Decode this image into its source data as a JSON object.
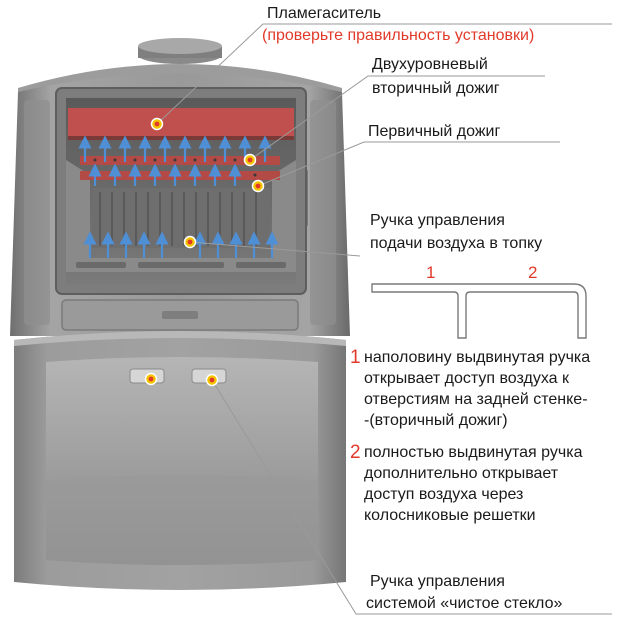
{
  "labels": {
    "flame_baffle": "Пламегаситель",
    "flame_baffle_note": "(проверьте правильность установки)",
    "secondary_line1": "Двухуровневый",
    "secondary_line2": "вторичный дожиг",
    "primary": "Первичный дожиг",
    "air_handle_line1": "Ручка управления",
    "air_handle_line2": "подачи воздуха в топку",
    "clean_glass_line1": "Ручка управления",
    "clean_glass_line2": "системой «чистое стекло»"
  },
  "handle_positions": {
    "pos1": "1",
    "pos2": "2"
  },
  "notes": [
    {
      "number": "1",
      "lines": [
        "наполовину выдвинутая ручка",
        "открывает доступ воздуха к",
        "отверстиям на задней стенке-",
        "-(вторичный дожиг)"
      ]
    },
    {
      "number": "2",
      "lines": [
        "полностью выдвинутая ручка",
        "дополнительно открывает",
        "доступ воздуха через",
        "колосниковые решетки"
      ]
    }
  ],
  "colors": {
    "accent": "#e23a2a",
    "marker": "#f5c400",
    "stove_body": "#8f8f8f",
    "air_arrows": "#4f8fd6",
    "baffle": "#c0504d"
  }
}
